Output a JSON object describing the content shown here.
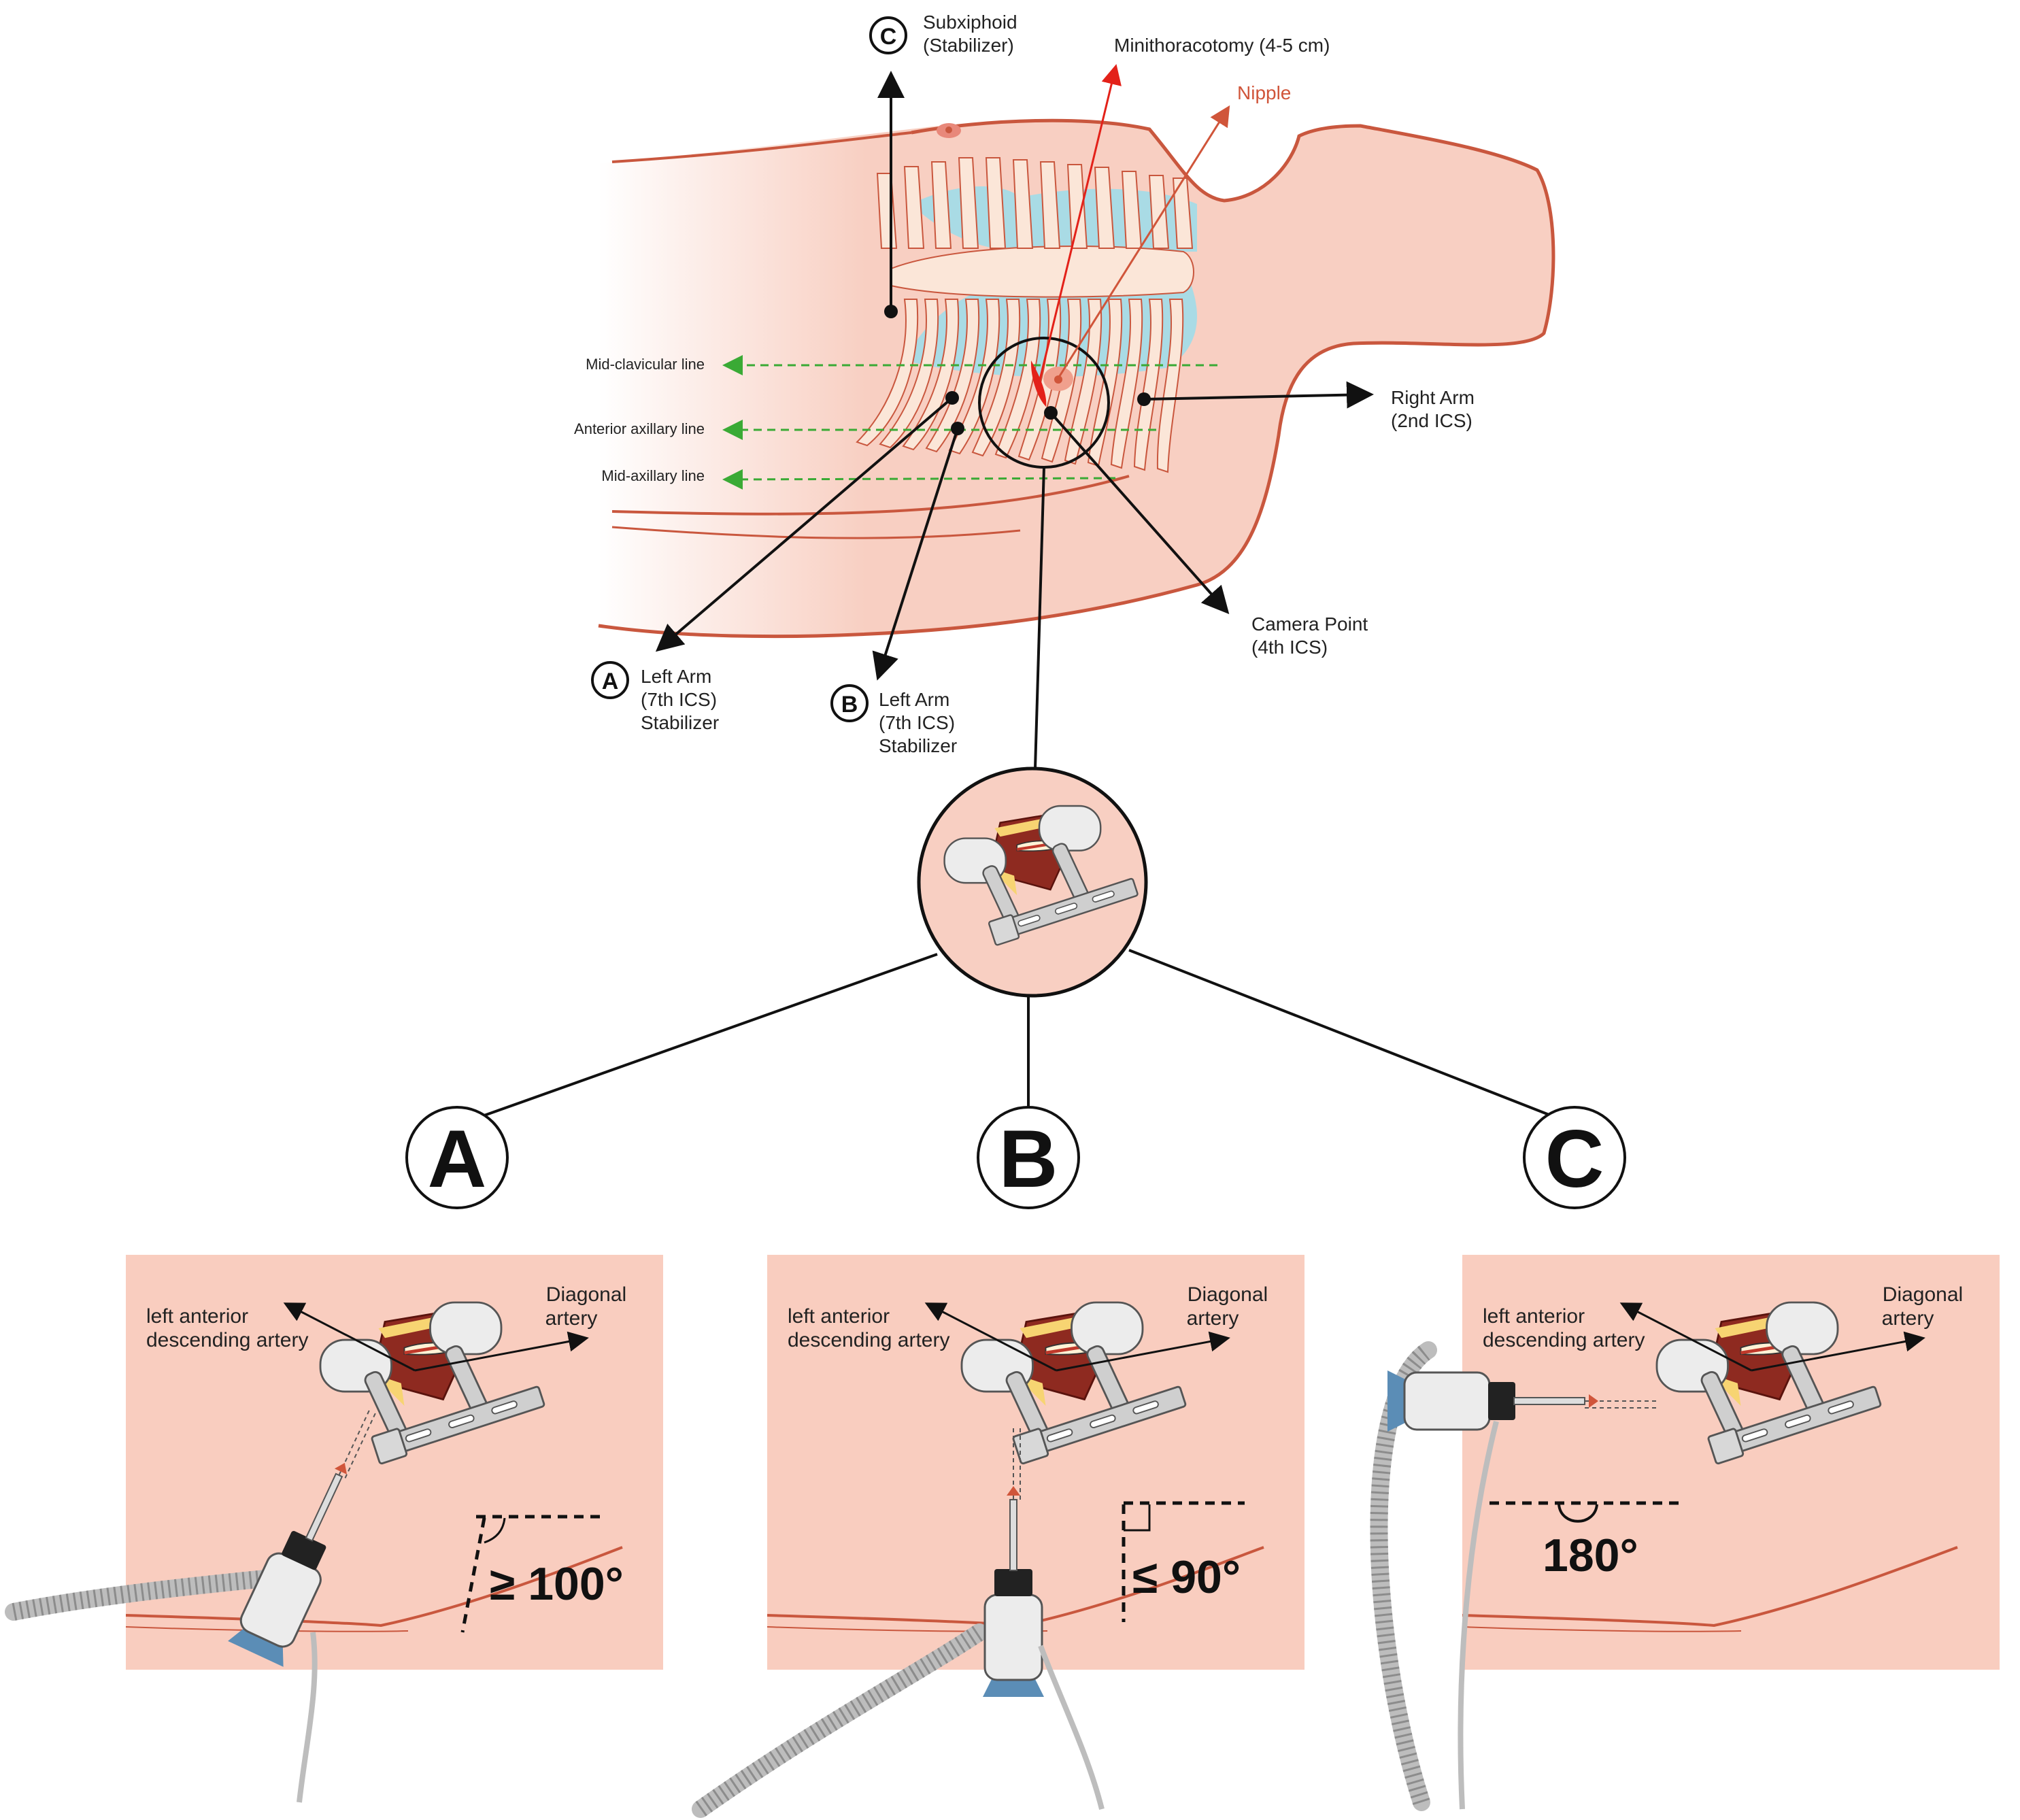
{
  "colors": {
    "skin": "#f8cfc2",
    "skin_outline": "#c9573e",
    "bone": "#fbe6d8",
    "lung": "#a9dbe5",
    "panel_bg": "#f9cdbf",
    "guide_green": "#3aaa35",
    "incision_red": "#e32119",
    "nipple_orange": "#d0553a",
    "device_grey": "#e6e6e6",
    "suction_blue": "#5b8db6"
  },
  "labels": {
    "subxiphoid": {
      "badge": "C",
      "line1": "Subxiphoid",
      "line2": "(Stabilizer)"
    },
    "minithoracotomy": "Minithoracotomy (4-5 cm)",
    "nipple": "Nipple",
    "mid_clavicular": "Mid-clavicular line",
    "anterior_axillary": "Anterior axillary line",
    "mid_axillary": "Mid-axillary line",
    "right_arm": {
      "line1": "Right Arm",
      "line2": "(2nd ICS)"
    },
    "camera_point": {
      "line1": "Camera Point",
      "line2": "(4th ICS)"
    },
    "left_arm_a": {
      "badge": "A",
      "line1": "Left Arm",
      "line2": "(7th ICS)",
      "line3": "Stabilizer"
    },
    "left_arm_b": {
      "badge": "B",
      "line1": "Left Arm",
      "line2": "(7th ICS)",
      "line3": "Stabilizer"
    }
  },
  "panels": [
    {
      "letter": "A",
      "lad_line1": "left anterior",
      "lad_line2": "descending artery",
      "diag_line1": "Diagonal",
      "diag_line2": "artery",
      "angle": "≥ 100°"
    },
    {
      "letter": "B",
      "lad_line1": "left anterior",
      "lad_line2": "descending artery",
      "diag_line1": "Diagonal",
      "diag_line2": "artery",
      "angle": "≤ 90°"
    },
    {
      "letter": "C",
      "lad_line1": "left anterior",
      "lad_line2": "descending artery",
      "diag_line1": "Diagonal",
      "diag_line2": "artery",
      "angle": "180°"
    }
  ]
}
